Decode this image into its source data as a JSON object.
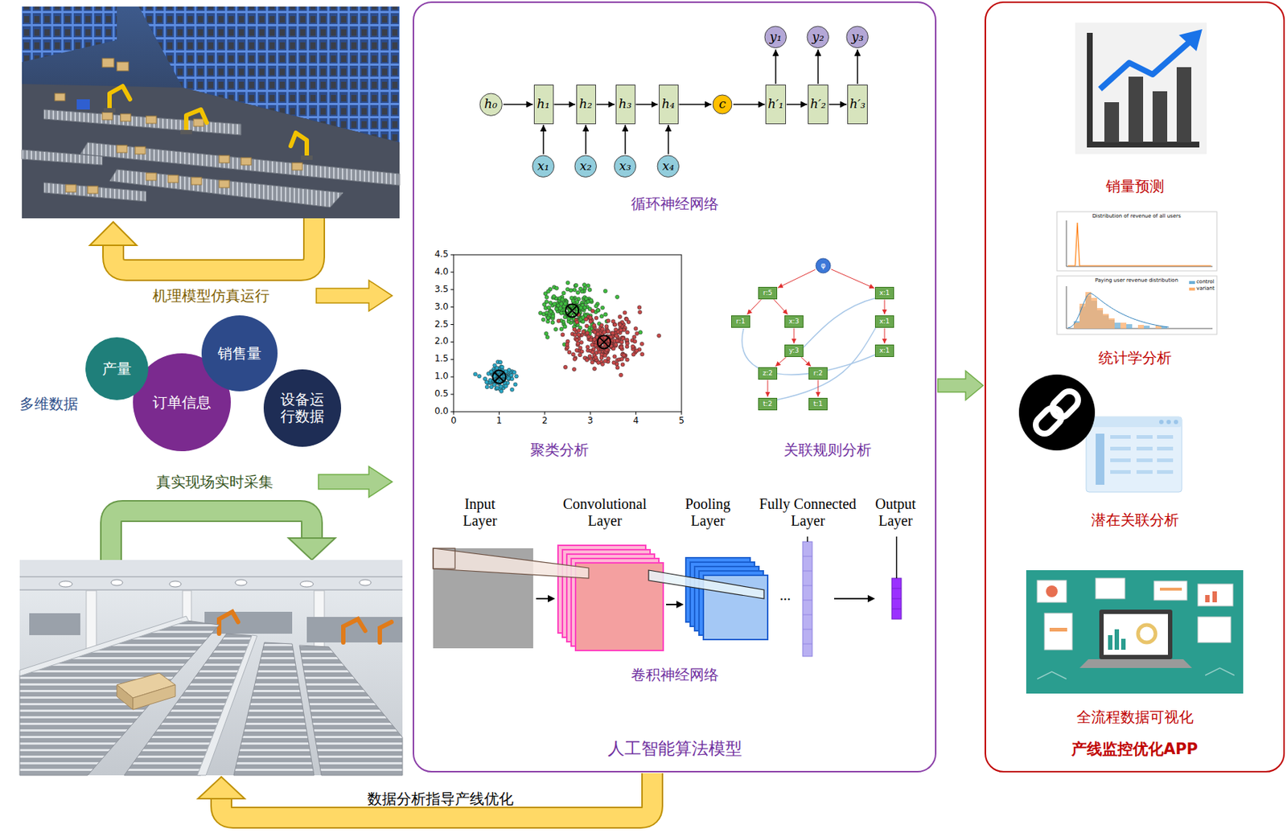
{
  "diagram": {
    "nodes": [
      {
        "text": [
          "产量"
        ]
      },
      {
        "text": [
          "订单信息"
        ]
      },
      {
        "text": [
          "销售量"
        ]
      },
      {
        "text": [
          "设备运行数据"
        ]
      },
      {
        "text": [
          "人工智能算法模型"
        ]
      },
      {
        "text": [
          "y₁"
        ],
        "in": 4
      },
      {
        "text": [
          "y₂"
        ],
        "in": 4
      },
      {
        "text": [
          "y₃"
        ],
        "in": 4
      },
      {
        "text": [
          "h₀"
        ],
        "in": 4
      },
      {
        "text": [
          "h₁"
        ],
        "in": 4
      },
      {
        "text": [
          "h₂"
        ],
        "in": 4
      },
      {
        "text": [
          "h₃"
        ],
        "in": 4
      },
      {
        "text": [
          "h₄"
        ],
        "in": 4
      },
      {
        "text": [
          "c"
        ],
        "in": 4
      },
      {
        "text": [
          "h′₁"
        ],
        "in": 4
      },
      {
        "text": [
          "h′₂"
        ],
        "in": 4
      },
      {
        "text": [
          "h′₃"
        ],
        "in": 4
      },
      {
        "text": [
          "x₁"
        ],
        "in": 4
      },
      {
        "text": [
          "x₂"
        ],
        "in": 4
      },
      {
        "text": [
          "x₃"
        ],
        "in": 4
      },
      {
        "text": [
          "x₄"
        ],
        "in": 4
      },
      {
        "text": [
          "φ"
        ],
        "in": 4
      },
      {
        "text": [
          "r:5"
        ],
        "in": 4
      },
      {
        "text": [
          "x:1"
        ],
        "in": 4
      },
      {
        "text": [
          "r:1"
        ],
        "in": 4
      },
      {
        "text": [
          "x:3"
        ],
        "in": 4
      },
      {
        "text": [
          "x:1"
        ],
        "in": 4
      },
      {
        "text": [
          "y:3"
        ],
        "in": 4
      },
      {
        "text": [
          "x:1"
        ],
        "in": 4
      },
      {
        "text": [
          "z:2"
        ],
        "in": 4
      },
      {
        "text": [
          "r:2"
        ],
        "in": 4
      },
      {
        "text": [
          "t:2"
        ],
        "in": 4
      },
      {
        "text": [
          "t:1"
        ],
        "in": 4
      },
      {
        "text": [
          "产线监控优化APP"
        ]
      }
    ],
    "edges": [
      {
        "from": 8,
        "to": 9,
        "arrow": "to"
      },
      {
        "from": 9,
        "to": 10,
        "arrow": "to"
      },
      {
        "from": 10,
        "to": 11,
        "arrow": "to"
      },
      {
        "from": 11,
        "to": 12,
        "arrow": "to"
      },
      {
        "from": 12,
        "to": 13,
        "arrow": "to"
      },
      {
        "from": 13,
        "to": 14,
        "arrow": "to"
      },
      {
        "from": 14,
        "to": 15,
        "arrow": "to"
      },
      {
        "from": 15,
        "to": 16,
        "arrow": "to"
      },
      {
        "from": 17,
        "to": 9,
        "arrow": "to"
      },
      {
        "from": 18,
        "to": 10,
        "arrow": "to"
      },
      {
        "from": 19,
        "to": 11,
        "arrow": "to"
      },
      {
        "from": 20,
        "to": 12,
        "arrow": "to"
      },
      {
        "from": 14,
        "to": 5,
        "arrow": "to"
      },
      {
        "from": 15,
        "to": 6,
        "arrow": "to"
      },
      {
        "from": 16,
        "to": 7,
        "arrow": "to"
      },
      {
        "from": 21,
        "to": 22,
        "arrow": "to"
      },
      {
        "from": 21,
        "to": 23,
        "arrow": "to"
      },
      {
        "from": 22,
        "to": 24,
        "arrow": "to"
      },
      {
        "from": 22,
        "to": 25,
        "arrow": "to"
      },
      {
        "from": 23,
        "to": 26,
        "arrow": "to"
      },
      {
        "from": 25,
        "to": 27,
        "arrow": "to"
      },
      {
        "from": 26,
        "to": 28,
        "arrow": "to"
      },
      {
        "from": 27,
        "to": 29,
        "arrow": "to"
      },
      {
        "from": 27,
        "to": 30,
        "arrow": "to"
      },
      {
        "from": 29,
        "to": 31,
        "arrow": "to"
      },
      {
        "from": 30,
        "to": 32,
        "arrow": "to"
      },
      {
        "from": 4,
        "to": 33,
        "arrow": "to"
      }
    ],
    "labels": [
      "机理模型仿真运行",
      "多维数据",
      "真实现场实时采集",
      "数据分析指导产线优化",
      "循环神经网络",
      "0.0",
      "0.5",
      "1.0",
      "1.5",
      "2.0",
      "2.5",
      "3.0",
      "3.5",
      "4.0",
      "4.5",
      "0",
      "1",
      "2",
      "3",
      "4",
      "5",
      "聚类分析",
      "关联规则分析",
      "Input Layer",
      "Convolutional Layer",
      "Pooling Layer",
      "Fully Connected Layer",
      "Output Layer",
      "...",
      "卷积神经网络",
      "销量预测",
      "Distribution of revenue of all users",
      "Paying user revenue distribution",
      "统计学分析",
      "潜在关联分析",
      "全流程数据可视化"
    ],
    "legend": [
      {
        "text": "control",
        "color": "#6baed6"
      },
      {
        "text": "variant",
        "color": "#fdae6b"
      }
    ]
  }
}
